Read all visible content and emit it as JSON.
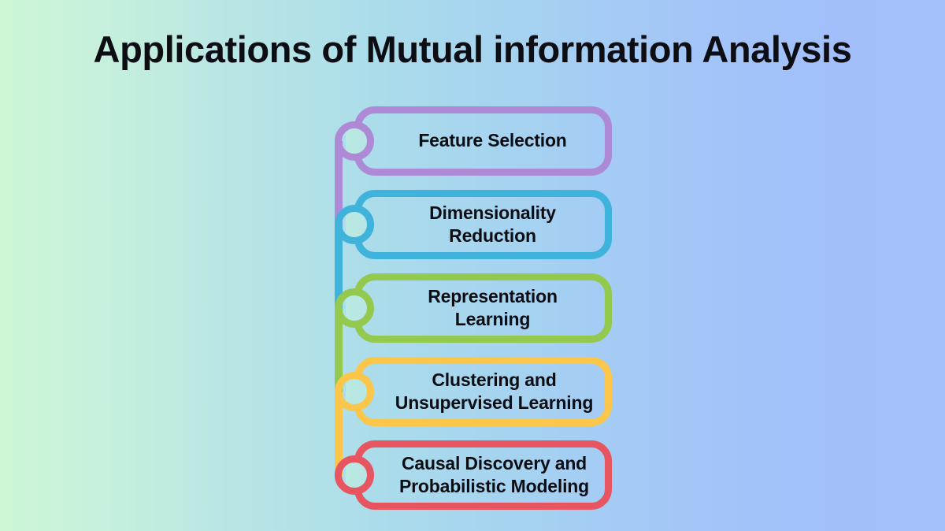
{
  "page": {
    "title": "Applications of Mutual information Analysis",
    "background_gradient_from": "#ccf6d6",
    "background_gradient_mid": "#abdcea",
    "background_gradient_to": "#a4c0fb",
    "text_color": "#0d0d14"
  },
  "diagram": {
    "type": "vertical-stacked-list",
    "connector_color_mode": "inherits-item-color",
    "items": [
      {
        "index": 1,
        "label": "Feature Selection",
        "lines": [
          "Feature Selection"
        ],
        "color": "#ae8ad6",
        "color_name": "purple",
        "icon": "circle-node-icon"
      },
      {
        "index": 2,
        "label": "Dimensionality Reduction",
        "lines": [
          "Dimensionality",
          "Reduction"
        ],
        "color": "#3fb3dc",
        "color_name": "blue",
        "icon": "circle-node-icon"
      },
      {
        "index": 3,
        "label": "Representation Learning",
        "lines": [
          "Representation",
          "Learning"
        ],
        "color": "#93c94e",
        "color_name": "green",
        "icon": "circle-node-icon"
      },
      {
        "index": 4,
        "label": "Clustering and Unsupervised Learning",
        "lines": [
          "Clustering and",
          "Unsupervised Learning"
        ],
        "color": "#fbc64a",
        "color_name": "yellow",
        "icon": "circle-node-icon"
      },
      {
        "index": 5,
        "label": "Causal Discovery and Probabilistic Modeling",
        "lines": [
          "Causal Discovery and",
          "Probabilistic Modeling"
        ],
        "color": "#e75560",
        "color_name": "red",
        "icon": "circle-node-icon"
      }
    ]
  }
}
